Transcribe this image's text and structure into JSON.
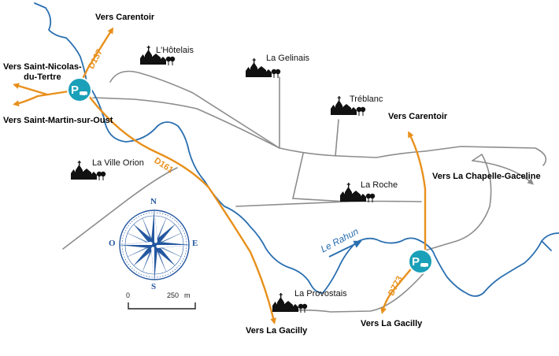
{
  "places": {
    "hotelais": "L'Hôtelais",
    "gelinais": "La Gelinais",
    "treblanc": "Tréblanc",
    "ville_orion": "La Ville Orion",
    "roche": "La Roche",
    "provostais": "La Provostais"
  },
  "destinations": {
    "carentoir_nw": "Vers Carentoir",
    "saint_nicolas": "Vers Saint-Nicolas-\ndu-Tertre",
    "saint_martin": "Vers Saint-Martin-sur-Oust",
    "carentoir_e": "Vers Carentoir",
    "chapelle_gaceline": "Vers La Chapelle-Gaceline",
    "gacilly_s": "Vers La Gacilly",
    "gacilly_se": "Vers La Gacilly"
  },
  "roads": {
    "d137": "D137",
    "d161": "D161",
    "d773": "D773"
  },
  "river": "Le Rahun",
  "parking": "P",
  "compass": {
    "n": "N",
    "s": "S",
    "e": "E",
    "w": "O"
  },
  "scale": {
    "start": "0",
    "end": "250",
    "unit": "m"
  },
  "colors": {
    "main_road": "#e8901c",
    "minor_road": "#8c8c8c",
    "river": "#2a6fb0",
    "parking": "#1aa0b8",
    "compass": "#2457a0"
  },
  "icons": [
    "hamlet-icon",
    "parking-icon",
    "compass-rose-icon"
  ]
}
